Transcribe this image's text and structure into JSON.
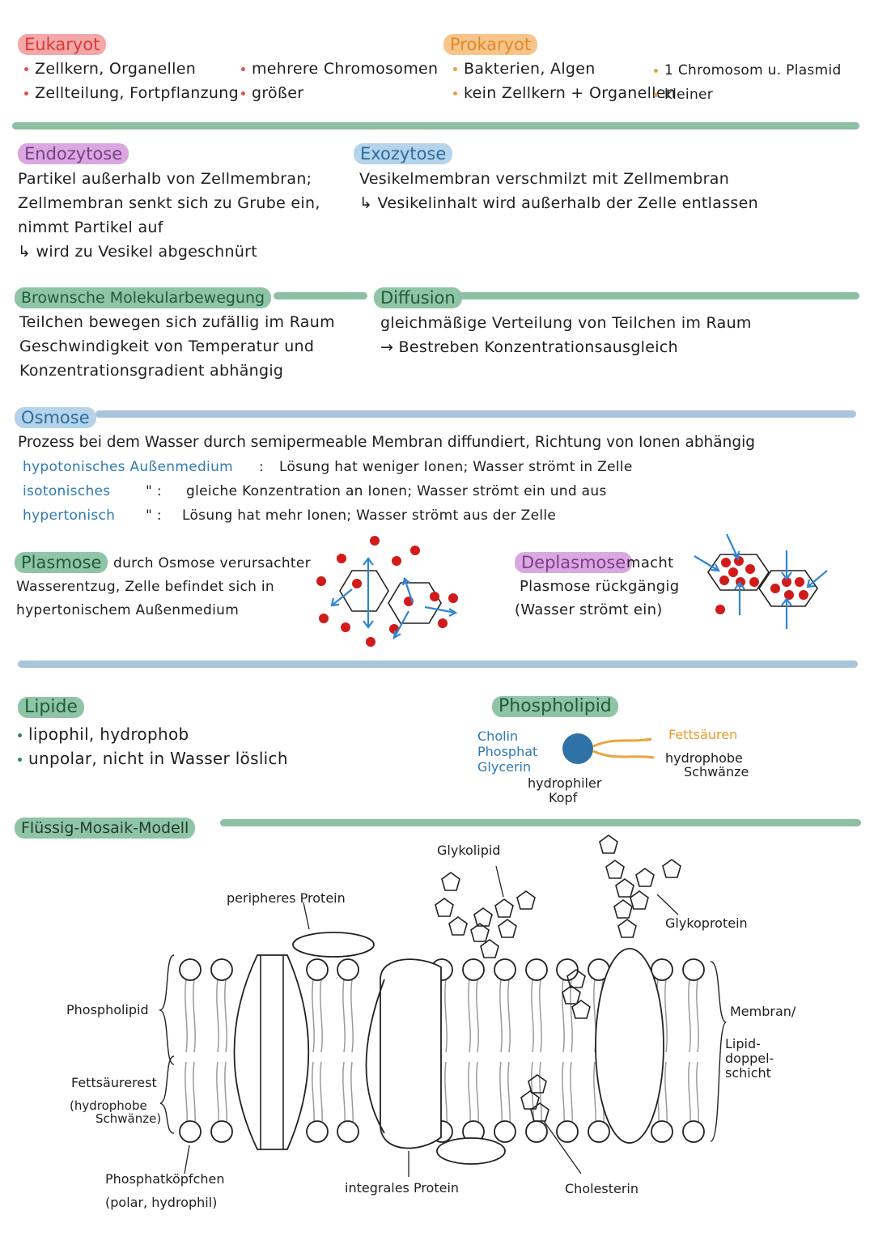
{
  "eukaryot": {
    "title": "Eukaryot",
    "items": [
      "Zellkern, Organellen",
      "Zellteilung, Fortpflanzung",
      "mehrere Chromosomen",
      "größer"
    ]
  },
  "prokaryot": {
    "title": "Prokaryot",
    "items": [
      "Bakterien, Algen",
      "kein Zellkern + Organellen",
      "1 Chromosom u. Plasmid",
      "kleiner"
    ]
  },
  "endozytose": {
    "title": "Endozytose",
    "lines": [
      "Partikel außerhalb von Zellmembran;",
      "Zellmembran senkt sich zu Grube ein,",
      "nimmt Partikel auf",
      "↳ wird zu Vesikel abgeschnürt"
    ]
  },
  "exozytose": {
    "title": "Exozytose",
    "lines": [
      "Vesikelmembran verschmilzt mit Zellmembran",
      "↳ Vesikelinhalt wird außerhalb der Zelle entlassen"
    ]
  },
  "brownsche": {
    "title": "Brownsche Molekularbewegung",
    "lines": [
      "Teilchen bewegen sich zufällig im Raum",
      "Geschwindigkeit von Temperatur und",
      "Konzentrationsgradient abhängig"
    ]
  },
  "diffusion": {
    "title": "Diffusion",
    "lines": [
      "gleichmäßige Verteilung von Teilchen im Raum",
      "→ Bestreben Konzentrationsausgleich"
    ]
  },
  "osmose": {
    "title": "Osmose",
    "intro": "Prozess bei dem Wasser durch semipermeable Membran diffundiert, Richtung von Ionen abhängig",
    "rows": [
      {
        "term": "hypotonisches Außenmedium",
        "sep": ":",
        "text": "Lösung hat weniger Ionen; Wasser strömt in Zelle"
      },
      {
        "term": "isotonisches",
        "sep": "\"  :",
        "text": "gleiche Konzentration an Ionen; Wasser strömt ein und aus"
      },
      {
        "term": "hypertonisch",
        "sep": "\"  :",
        "text": "Lösung hat mehr Ionen; Wasser strömt aus der Zelle"
      }
    ]
  },
  "plasmolyse": {
    "title": "Plasmose",
    "lines": [
      "durch Osmose verursachter",
      "Wasserentzug, Zelle befindet sich in",
      "hypertonischem Außenmedium"
    ]
  },
  "deplasmolyse": {
    "title": "Deplasmose",
    "lines": [
      "macht",
      "Plasmose rückgängig",
      "(Wasser strömt ein)"
    ]
  },
  "lipide": {
    "title": "Lipide",
    "items": [
      "lipophil, hydrophob",
      "unpolar, nicht in Wasser löslich"
    ]
  },
  "phospholipid": {
    "title": "Phospholipid",
    "head_parts": [
      "Cholin",
      "Phosphat",
      "Glycerin"
    ],
    "tail_label": "Fettsäuren",
    "tail_desc": [
      "hydrophobe",
      "Schwänze"
    ],
    "head_desc": [
      "hydrophiler",
      "Kopf"
    ]
  },
  "modell": {
    "title": "Flüssig-Mosaik-Modell",
    "labels": {
      "glykolipid": "Glykolipid",
      "peripheres": "peripheres Protein",
      "glykoprotein": "Glykoprotein",
      "phospholipid": "Phospholipid",
      "membran": [
        "Membran/",
        "Lipid-",
        "doppel-",
        "schicht"
      ],
      "fettsaeurerest": "Fettsäurerest",
      "hydrophobe": [
        "(hydrophobe",
        "Schwänze)"
      ],
      "phosphatkopf": [
        "Phosphatköpfchen",
        "(polar, hydrophil)"
      ],
      "integrales": "integrales Protein",
      "cholesterin": "Cholesterin"
    }
  },
  "colors": {
    "pink": "#f4a7a7",
    "orange": "#f7c48a",
    "purple": "#d9a8e0",
    "lightblue": "#b5d3ea",
    "green": "#8fc5a6",
    "greenbar": "#8dbfa3",
    "bluebar": "#a9c4db",
    "red": "#d11a1a",
    "arrowblue": "#2e86d6"
  }
}
